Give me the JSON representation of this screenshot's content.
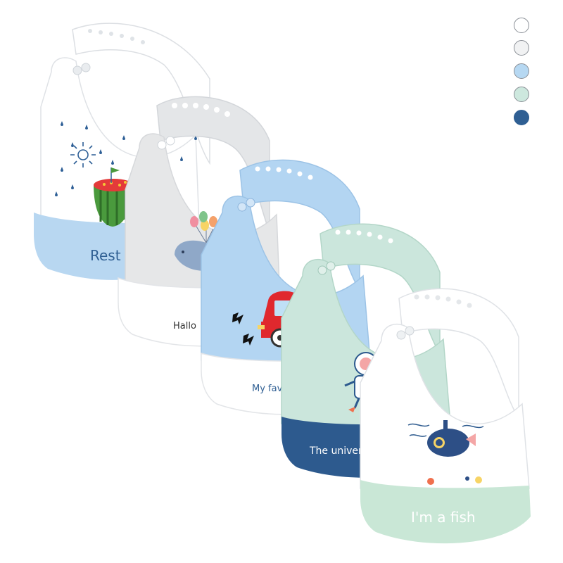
{
  "color_swatches": [
    {
      "name": "white",
      "color": "#ffffff"
    },
    {
      "name": "light-grey",
      "color": "#f1f2f3"
    },
    {
      "name": "light-blue",
      "color": "#b6d8f2"
    },
    {
      "name": "mint-green",
      "color": "#cde8de"
    },
    {
      "name": "navy-blue",
      "color": "#2f5f93"
    }
  ],
  "bibs": [
    {
      "name": "white-blue-watermelon-bib",
      "print": "watermelon",
      "body_color": "#ffffff",
      "pocket_color": "#b8d7f1",
      "text": "Rest"
    },
    {
      "name": "grey-whale-bib",
      "print": "whale-with-balloons",
      "body_color": "#e6e7e8",
      "pocket_color": "#ffffff",
      "text": "Hallo"
    },
    {
      "name": "blue-car-bib",
      "print": "red-car",
      "body_color": "#b3d5f2",
      "pocket_color": "#ffffff",
      "text": "My fav"
    },
    {
      "name": "mint-astronaut-bib",
      "print": "astronaut",
      "body_color": "#cbe6dc",
      "pocket_color": "#2d5a8e",
      "text": "The univer"
    },
    {
      "name": "white-mint-submarine-bib",
      "print": "submarine",
      "body_color": "#ffffff",
      "pocket_color": "#c9e7d6",
      "text": "I'm a fish"
    }
  ]
}
